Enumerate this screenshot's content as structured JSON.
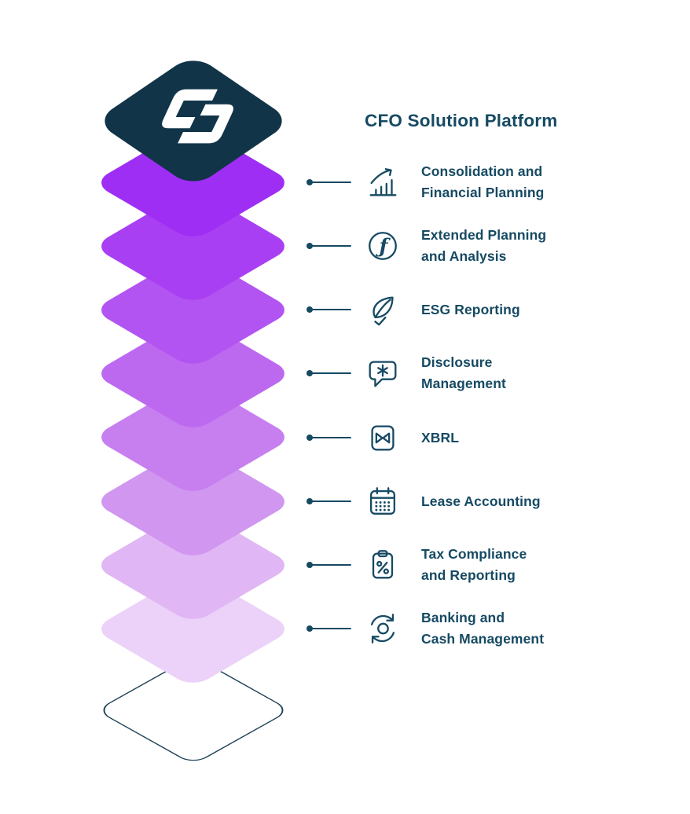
{
  "title": "CFO Solution Platform",
  "colors": {
    "ink": "#164a63",
    "dark_diamond": "#113449",
    "outline_diamond": "#1d4258",
    "logo": "#ffffff"
  },
  "layers": [
    {
      "name": "layer-1",
      "color": "#9e2ef4"
    },
    {
      "name": "layer-2",
      "color": "#a93ff3"
    },
    {
      "name": "layer-3",
      "color": "#b254f1"
    },
    {
      "name": "layer-4",
      "color": "#bc69f0"
    },
    {
      "name": "layer-5",
      "color": "#c77ff0"
    },
    {
      "name": "layer-6",
      "color": "#d096f0"
    },
    {
      "name": "layer-7",
      "color": "#e0b6f4"
    },
    {
      "name": "layer-8",
      "color": "#ecd2f9"
    }
  ],
  "items": [
    {
      "icon": "bar-chart-growth-icon",
      "label": "Consolidation and\nFinancial Planning"
    },
    {
      "icon": "function-icon",
      "label": "Extended Planning\nand Analysis"
    },
    {
      "icon": "leaf-check-icon",
      "label": "ESG Reporting"
    },
    {
      "icon": "speech-bubble-asterisk-icon",
      "label": "Disclosure\nManagement"
    },
    {
      "icon": "xbrl-tag-icon",
      "label": "XBRL"
    },
    {
      "icon": "calendar-icon",
      "label": "Lease Accounting"
    },
    {
      "icon": "clipboard-percent-icon",
      "label": "Tax Compliance\nand Reporting"
    },
    {
      "icon": "cycle-arrows-coin-icon",
      "label": "Banking and\nCash Management"
    }
  ]
}
